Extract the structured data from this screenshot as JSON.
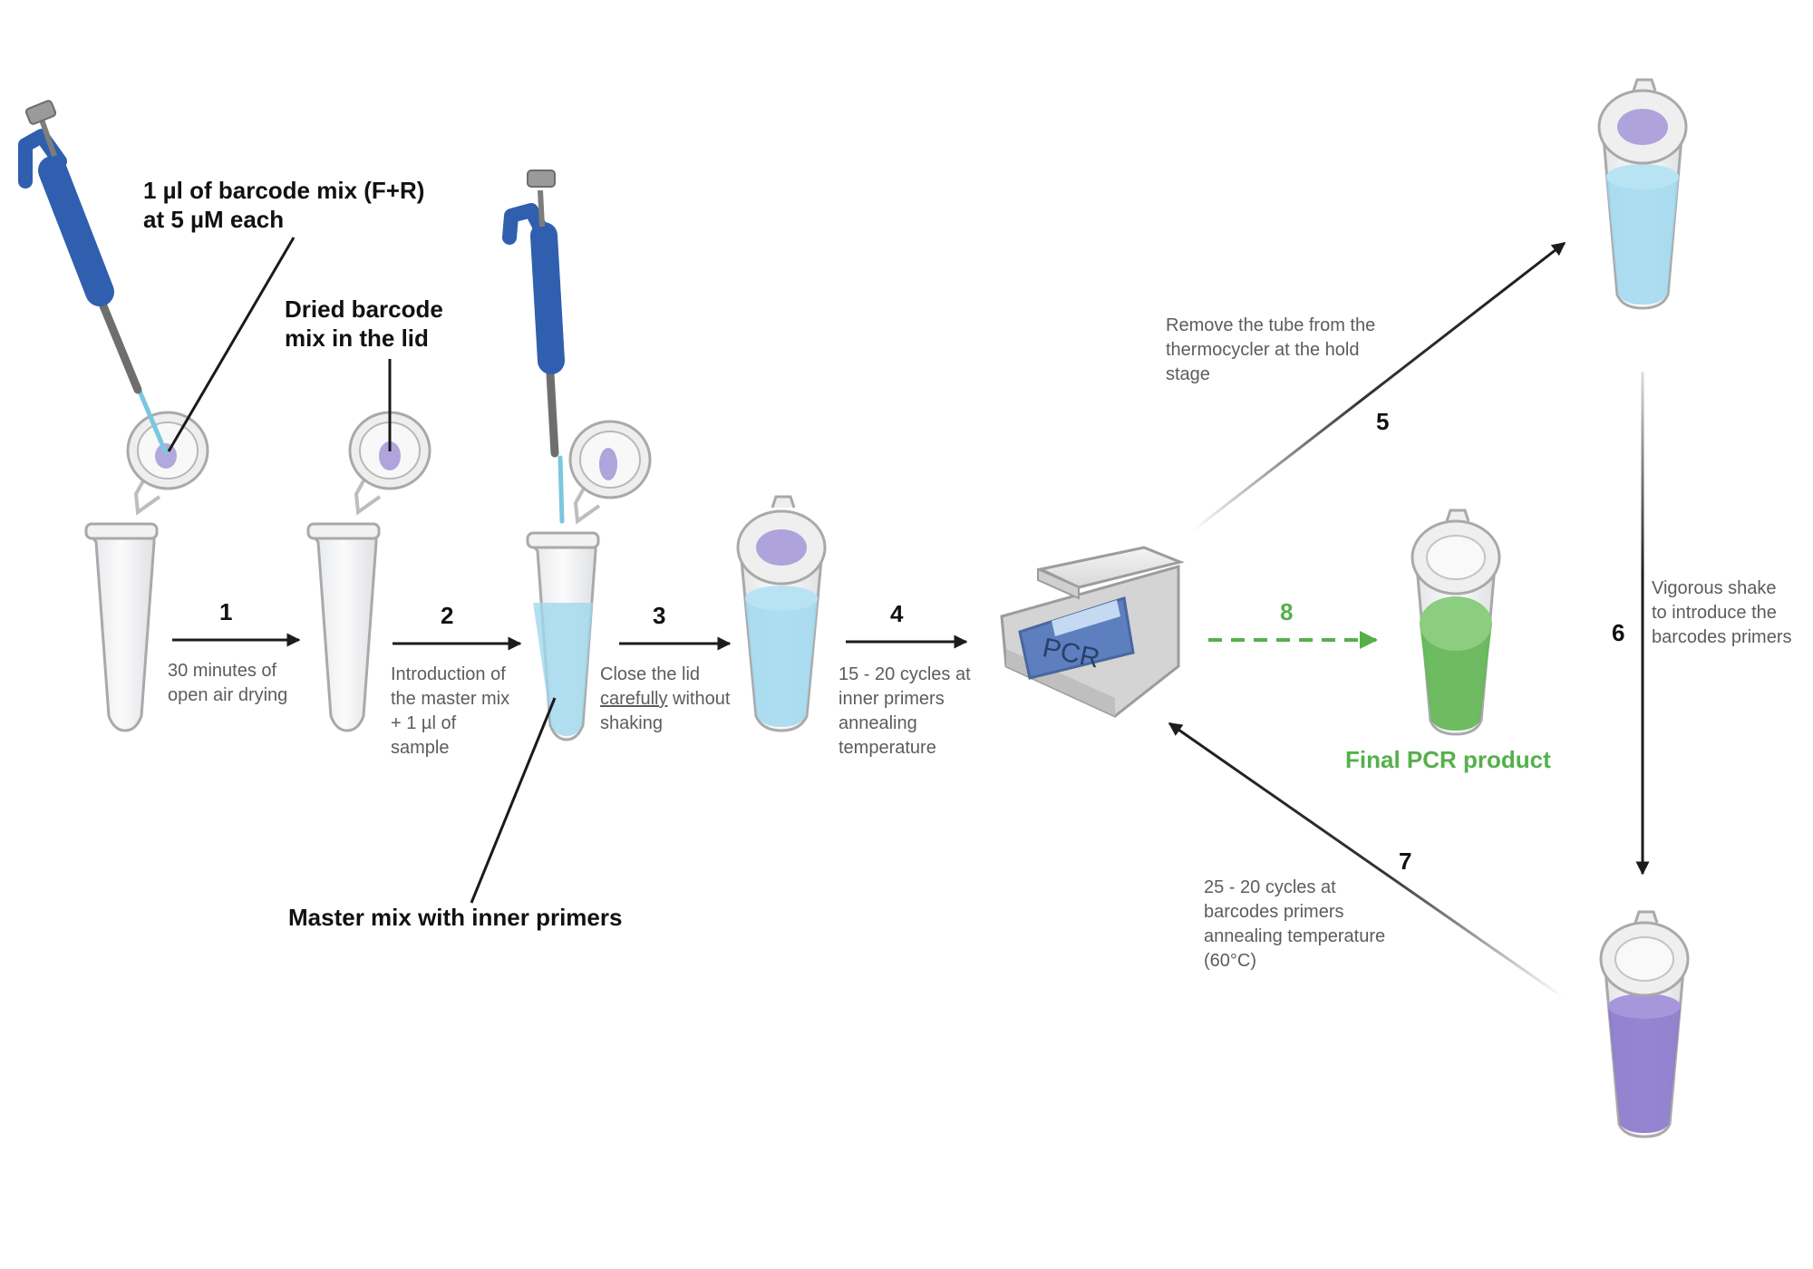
{
  "colors": {
    "arrow": "#1c1c1c",
    "green": "#55b04c",
    "pipette": "#2f5fae",
    "liquid_blue": "#9fd8ee",
    "liquid_green": "#66b75a",
    "liquid_purple": "#8a78cc",
    "dried_mix": "#a79ad8"
  },
  "labels": {
    "barcode_volume": "1 µl of barcode mix (F+R)\nat 5 µM each",
    "dried_mix": "Dried barcode\nmix in the lid",
    "master_mix": "Master mix with inner primers",
    "final_product": "Final PCR product"
  },
  "pcr_machine": {
    "screen_text": "PCR"
  },
  "steps": [
    {
      "number": "1",
      "text": "30 minutes of\nopen air drying"
    },
    {
      "number": "2",
      "text": "Introduction of\nthe master mix\n+ 1 µl of\nsample"
    },
    {
      "number": "3",
      "text_before": "Close the lid\n",
      "text_emphasis": "carefully",
      "text_after": " without\nshaking"
    },
    {
      "number": "4",
      "text": "15 - 20 cycles at\ninner primers\nannealing\ntemperature"
    },
    {
      "number": "5",
      "text": "Remove the tube from the\nthermocycler at the hold\nstage"
    },
    {
      "number": "6",
      "text": "Vigorous shake\nto introduce the\nbarcodes primers"
    },
    {
      "number": "7",
      "text": "25 - 20 cycles at\nbarcodes primers\nannealing temperature\n(60°C)"
    },
    {
      "number": "8"
    }
  ]
}
